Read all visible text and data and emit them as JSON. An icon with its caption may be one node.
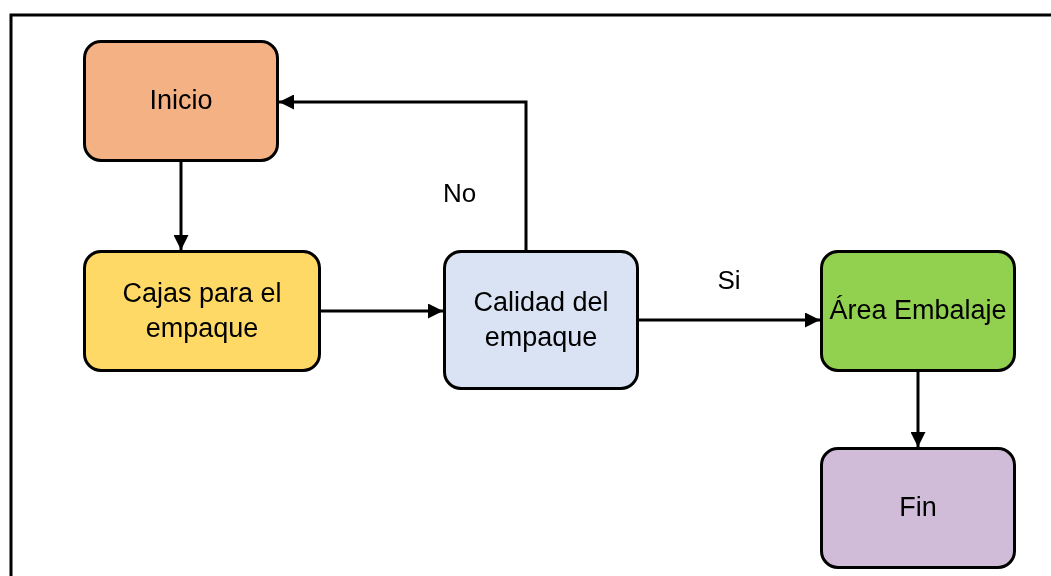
{
  "diagram": {
    "nodes": [
      {
        "text": [
          "Inicio"
        ]
      },
      {
        "text": [
          "Cajas para el empaque"
        ]
      },
      {
        "text": [
          "Calidad del empaque"
        ]
      },
      {
        "text": [
          "Área Embalaje"
        ]
      },
      {
        "text": [
          "Fin"
        ]
      }
    ],
    "edges": [
      {
        "from": 0,
        "to": 1,
        "arrow": "to"
      },
      {
        "from": 1,
        "to": 2,
        "arrow": "to"
      },
      {
        "from": 2,
        "to": 3,
        "arrow": "to",
        "label": "Si"
      },
      {
        "from": 3,
        "to": 4,
        "arrow": "to"
      },
      {
        "from": 2,
        "to": 0,
        "arrow": "to",
        "label": "No"
      }
    ]
  }
}
